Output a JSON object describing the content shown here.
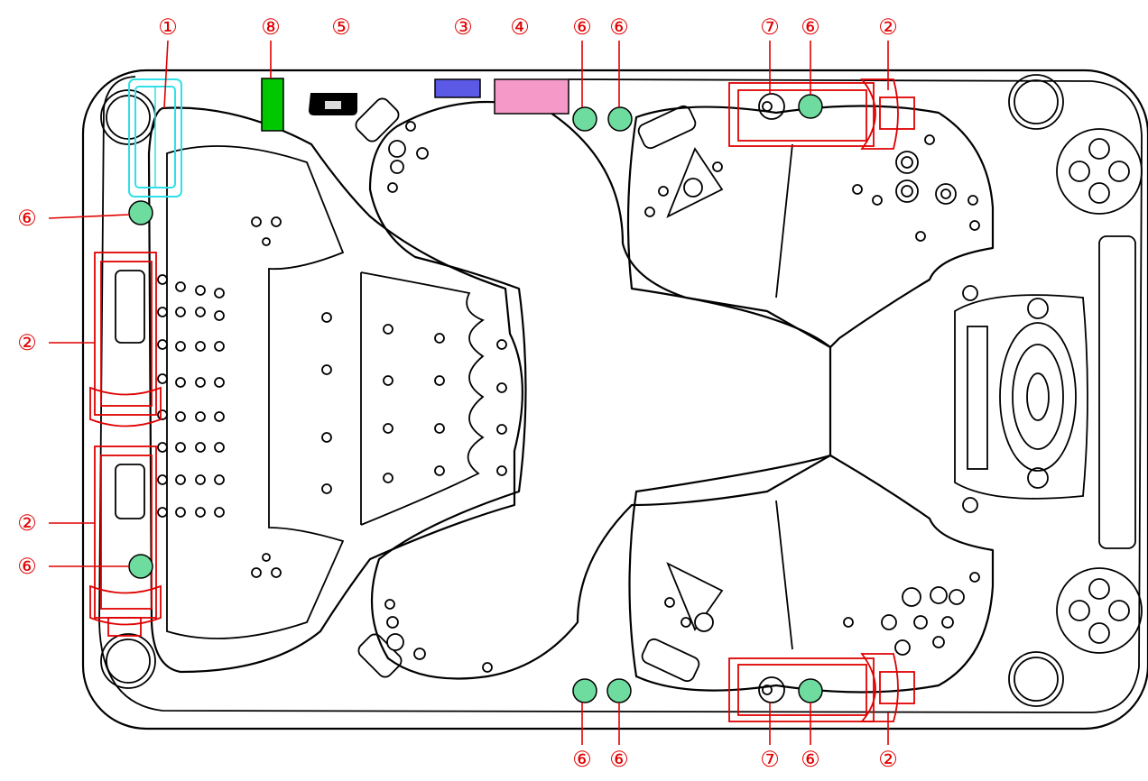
{
  "callout_symbols": {
    "1": "①",
    "2": "②",
    "3": "③",
    "4": "④",
    "5": "⑤",
    "6": "⑥",
    "7": "⑦",
    "8": "⑧"
  },
  "colors": {
    "callout": "#e00000",
    "valve_light_green": "#6fdc9f",
    "part_8_green": "#00c800",
    "part_3_blue": "#5a5ae6",
    "part_4_pink": "#f59ac8",
    "part_1_cyan": "#30e0e8",
    "outline": "#000000"
  }
}
